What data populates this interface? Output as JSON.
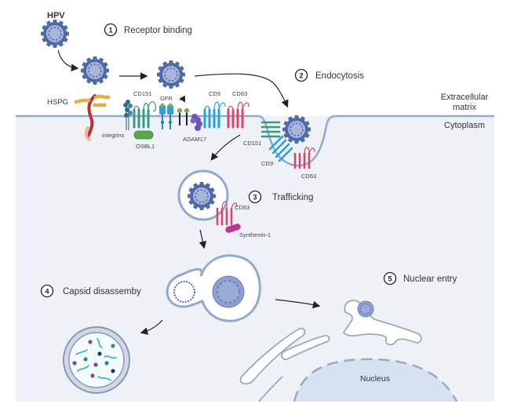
{
  "title": "HPV",
  "steps": [
    {
      "num": "1",
      "label": "Receptor binding"
    },
    {
      "num": "2",
      "label": "Endocytosis"
    },
    {
      "num": "3",
      "label": "Trafficking"
    },
    {
      "num": "4",
      "label": "Capsid disassemby"
    },
    {
      "num": "5",
      "label": "Nuclear entry"
    }
  ],
  "regions": {
    "extracellular_line1": "Extracellular",
    "extracellular_line2": "matrix",
    "cytoplasm": "Cytoplasm",
    "nucleus": "Nucleus"
  },
  "molecules": {
    "hspg": "HSPG",
    "integrins": "integrins",
    "cd151": "CD151",
    "osbl1": "OSBL1",
    "gfr": "GFR",
    "adam17": "ADAM17",
    "cd9": "CD9",
    "cd63": "CD63",
    "cd151_b": "CD151",
    "cd9_b": "CD9",
    "cd63_b": "CD63",
    "cd63_c": "CD63",
    "synthenin": "Synthenin-1"
  },
  "colors": {
    "cytoplasm": "#eef2f7",
    "membrane": "#8fa9d4",
    "virus": "#4e6aa8",
    "virus_core": "#a9b6dc",
    "cd151": "#3a9a7e",
    "cd9": "#2aa0d6",
    "cd63": "#d8476a",
    "hspg": "#b8323a",
    "hspg_beads": "#e8b33b",
    "adam17": "#6f55b8",
    "osbl1": "#5aa84a",
    "synthenin": "#b8359a",
    "nucleus": "#d6e1f2"
  }
}
